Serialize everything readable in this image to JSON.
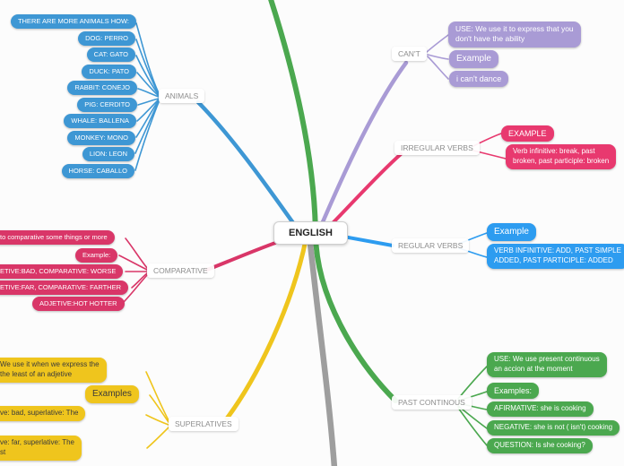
{
  "center": {
    "label": "ENGLISH"
  },
  "misc": {
    "background": "#FCFCFC",
    "gray_branch_color": "#9E9E9E",
    "center_bg": "#FFFFFF"
  },
  "branches": {
    "animals": {
      "label": "ANIMALS",
      "color": "#3E97D4",
      "children": [
        "THERE ARE MORE ANIMALS HOW:",
        "DOG: PERRO",
        "CAT: GATO",
        "DUCK: PATO",
        "RABBIT: CONEJO",
        "PIG: CERDITO",
        "WHALE: BALLENA",
        "MONKEY: MONO",
        "LION: LEON",
        "HORSE: CABALLO"
      ]
    },
    "cant": {
      "label": "CAN'T",
      "color": "#A99BD5",
      "children": [
        "USE: We use it to express that you\ndon't have the ability",
        "Example",
        "i can't dance"
      ]
    },
    "irregular_verbs": {
      "label": "IRREGULAR VERBS",
      "color": "#E8396F",
      "children": [
        "EXAMPLE",
        "Verb infinitive: break, past\nbroken, past participle: broken"
      ]
    },
    "regular_verbs": {
      "label": "REGULAR VERBS",
      "color": "#2D9CF0",
      "children": [
        "Example",
        "VERB INFINITIVE: ADD, PAST SIMPLE\nADDED, PAST PARTICIPLE: ADDED"
      ]
    },
    "comparative": {
      "label": "COMPARATIVE",
      "color": "#D93668",
      "children": [
        "to comparative some things or more",
        "Example:",
        "ETIVE:BAD, COMPARATIVE: WORSE",
        "ETIVE:FAR, COMPARATIVE: FARTHER",
        "ADJETIVE:HOT HOTTER"
      ]
    },
    "superlatives": {
      "label": "SUPERLATIVES",
      "color": "#EFC51D",
      "text_color": "#3B3B3B",
      "children": [
        "We use it when we express the\nthe least of an adjetive",
        "Examples",
        "ve: bad, superlative: The",
        "ve: far, superlative: The\nst"
      ]
    },
    "past_continous": {
      "label": "PAST CONTINOUS",
      "color": "#4BA84F",
      "children": [
        "USE: We use present continuous\nan accion at the moment",
        "Examples:",
        "AFIRMATIVE: she is cooking",
        "NEGATIVE: she is not ( isn't) cooking",
        "QUESTION: Is she cooking?"
      ]
    }
  }
}
